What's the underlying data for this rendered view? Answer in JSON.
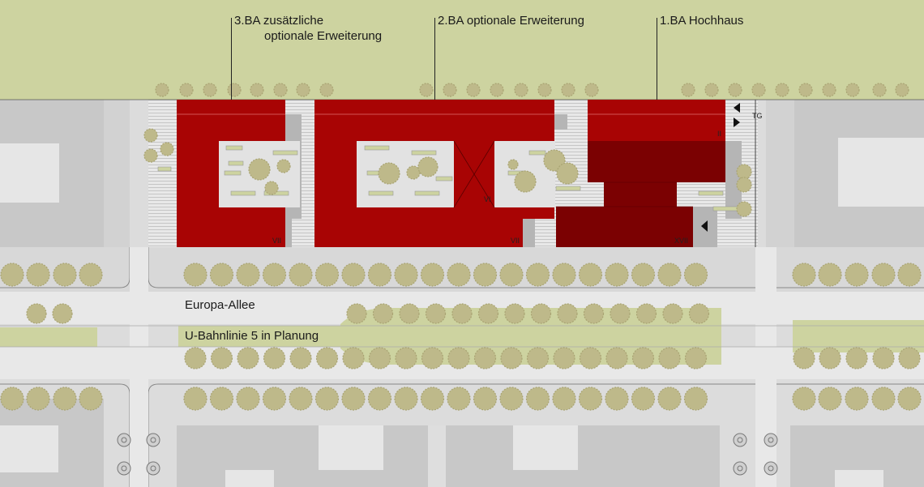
{
  "labels": {
    "ba3_line1": "3.BA zusätzliche",
    "ba3_line2": "optionale Erweiterung",
    "ba2": "2.BA optionale Erweiterung",
    "ba1": "1.BA Hochhaus",
    "street": "Europa-Allee",
    "ubahn": "U-Bahnlinie 5 in Planung",
    "tg": "TG"
  },
  "floors": {
    "west": "VII",
    "middle": "VII",
    "middle_center": "VI",
    "east_low": "II",
    "tower": "XVII"
  },
  "colors": {
    "park": "#cdd3a0",
    "ground": "#dcdcdc",
    "block": "#c8c8c8",
    "roof": "#e6e6e6",
    "red": "#a80404",
    "dark_red": "#7b0102",
    "tree": "#beb98a",
    "tree_stroke": "#a9a473",
    "yard": "#e2e2e2",
    "shadow": "#b5b5b5"
  }
}
